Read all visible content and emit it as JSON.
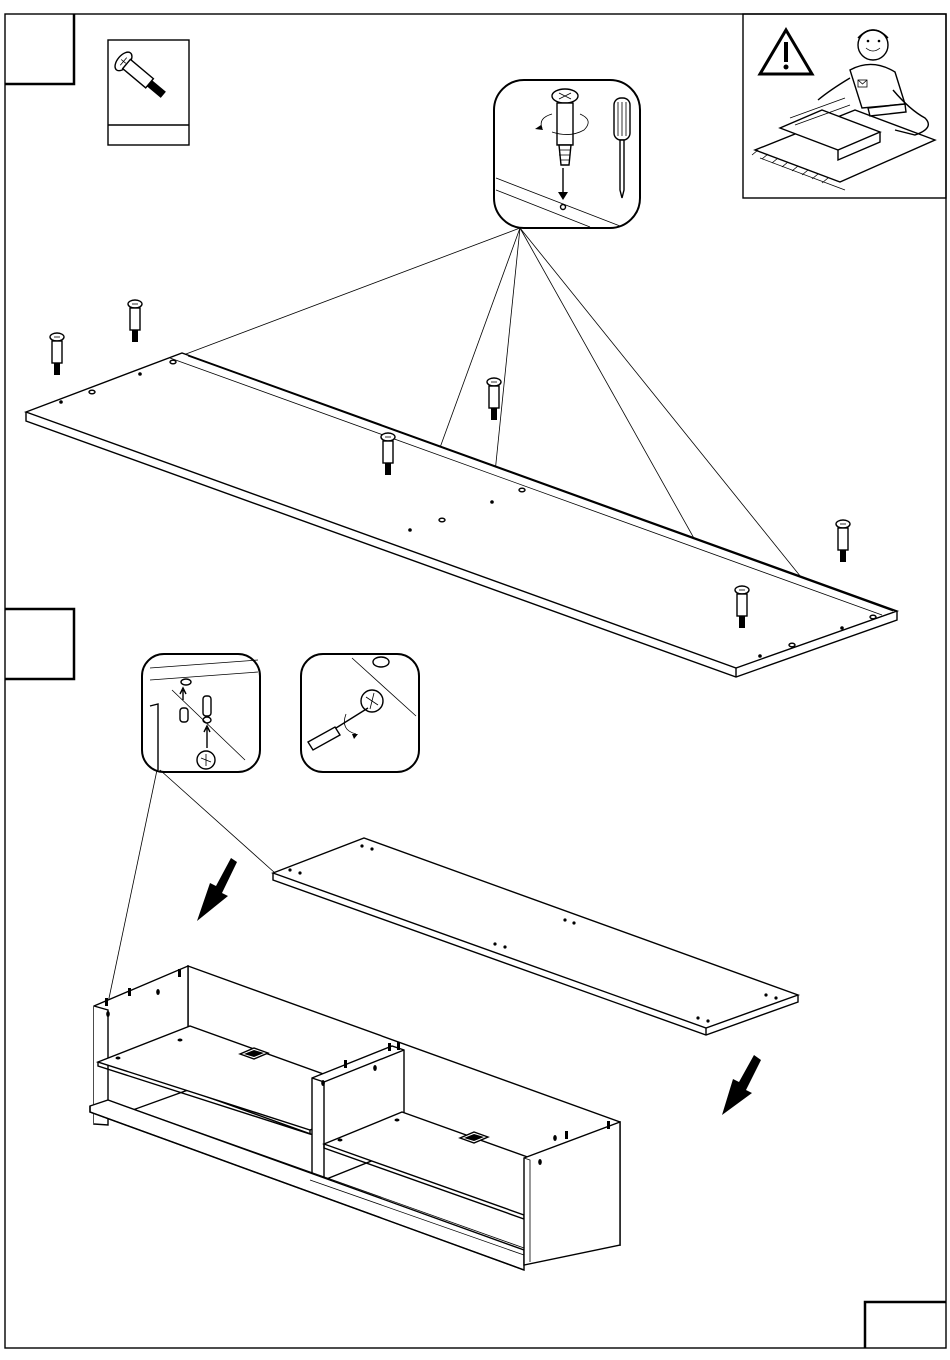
{
  "document": {
    "type": "assembly-instructions-page",
    "steps": [
      {
        "id": "step-1",
        "number": ""
      },
      {
        "id": "step-2",
        "number": ""
      }
    ],
    "page_number": "",
    "parts": [
      {
        "id": "cam-lock-dowel",
        "icon": "cam-dowel-icon",
        "count_label": ""
      }
    ],
    "tools": [
      {
        "id": "screwdriver",
        "icon": "screwdriver-icon"
      }
    ],
    "warning": {
      "icon": "warning-triangle-icon",
      "illustration": "protect-floor-figure"
    },
    "colors": {
      "ink": "#000000",
      "paper": "#ffffff"
    }
  }
}
